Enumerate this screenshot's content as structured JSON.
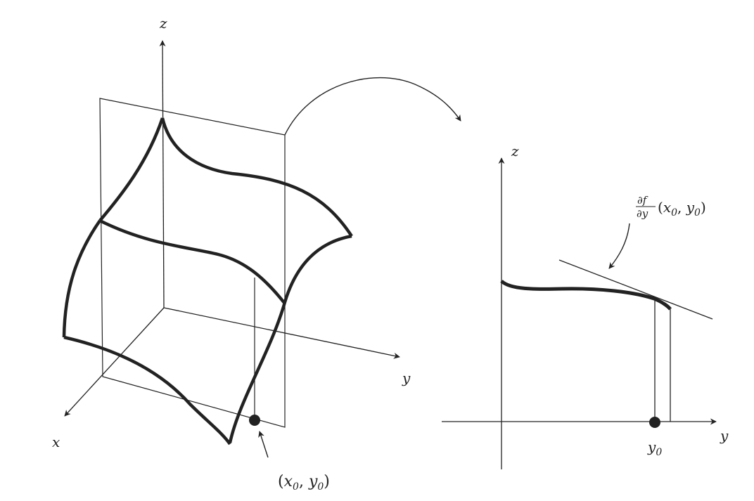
{
  "left_panel": {
    "axis_z": "z",
    "axis_y": "y",
    "axis_x": "x",
    "point_label": {
      "open": "(",
      "x_var": "x",
      "x_sub": "0",
      "comma": ", ",
      "y_var": "y",
      "y_sub": "0",
      "close": ")"
    }
  },
  "right_panel": {
    "axis_z": "z",
    "axis_y": "y",
    "y0_label": {
      "var": "y",
      "sub": "0"
    },
    "partial_label": {
      "numerator": "∂f",
      "denominator": "∂y",
      "args_open": "(",
      "x_var": "x",
      "x_sub": "0",
      "comma": ", ",
      "y_var": "y",
      "y_sub": "0",
      "args_close": ")"
    }
  },
  "colors": {
    "ink": "#222222",
    "background": "#ffffff"
  }
}
